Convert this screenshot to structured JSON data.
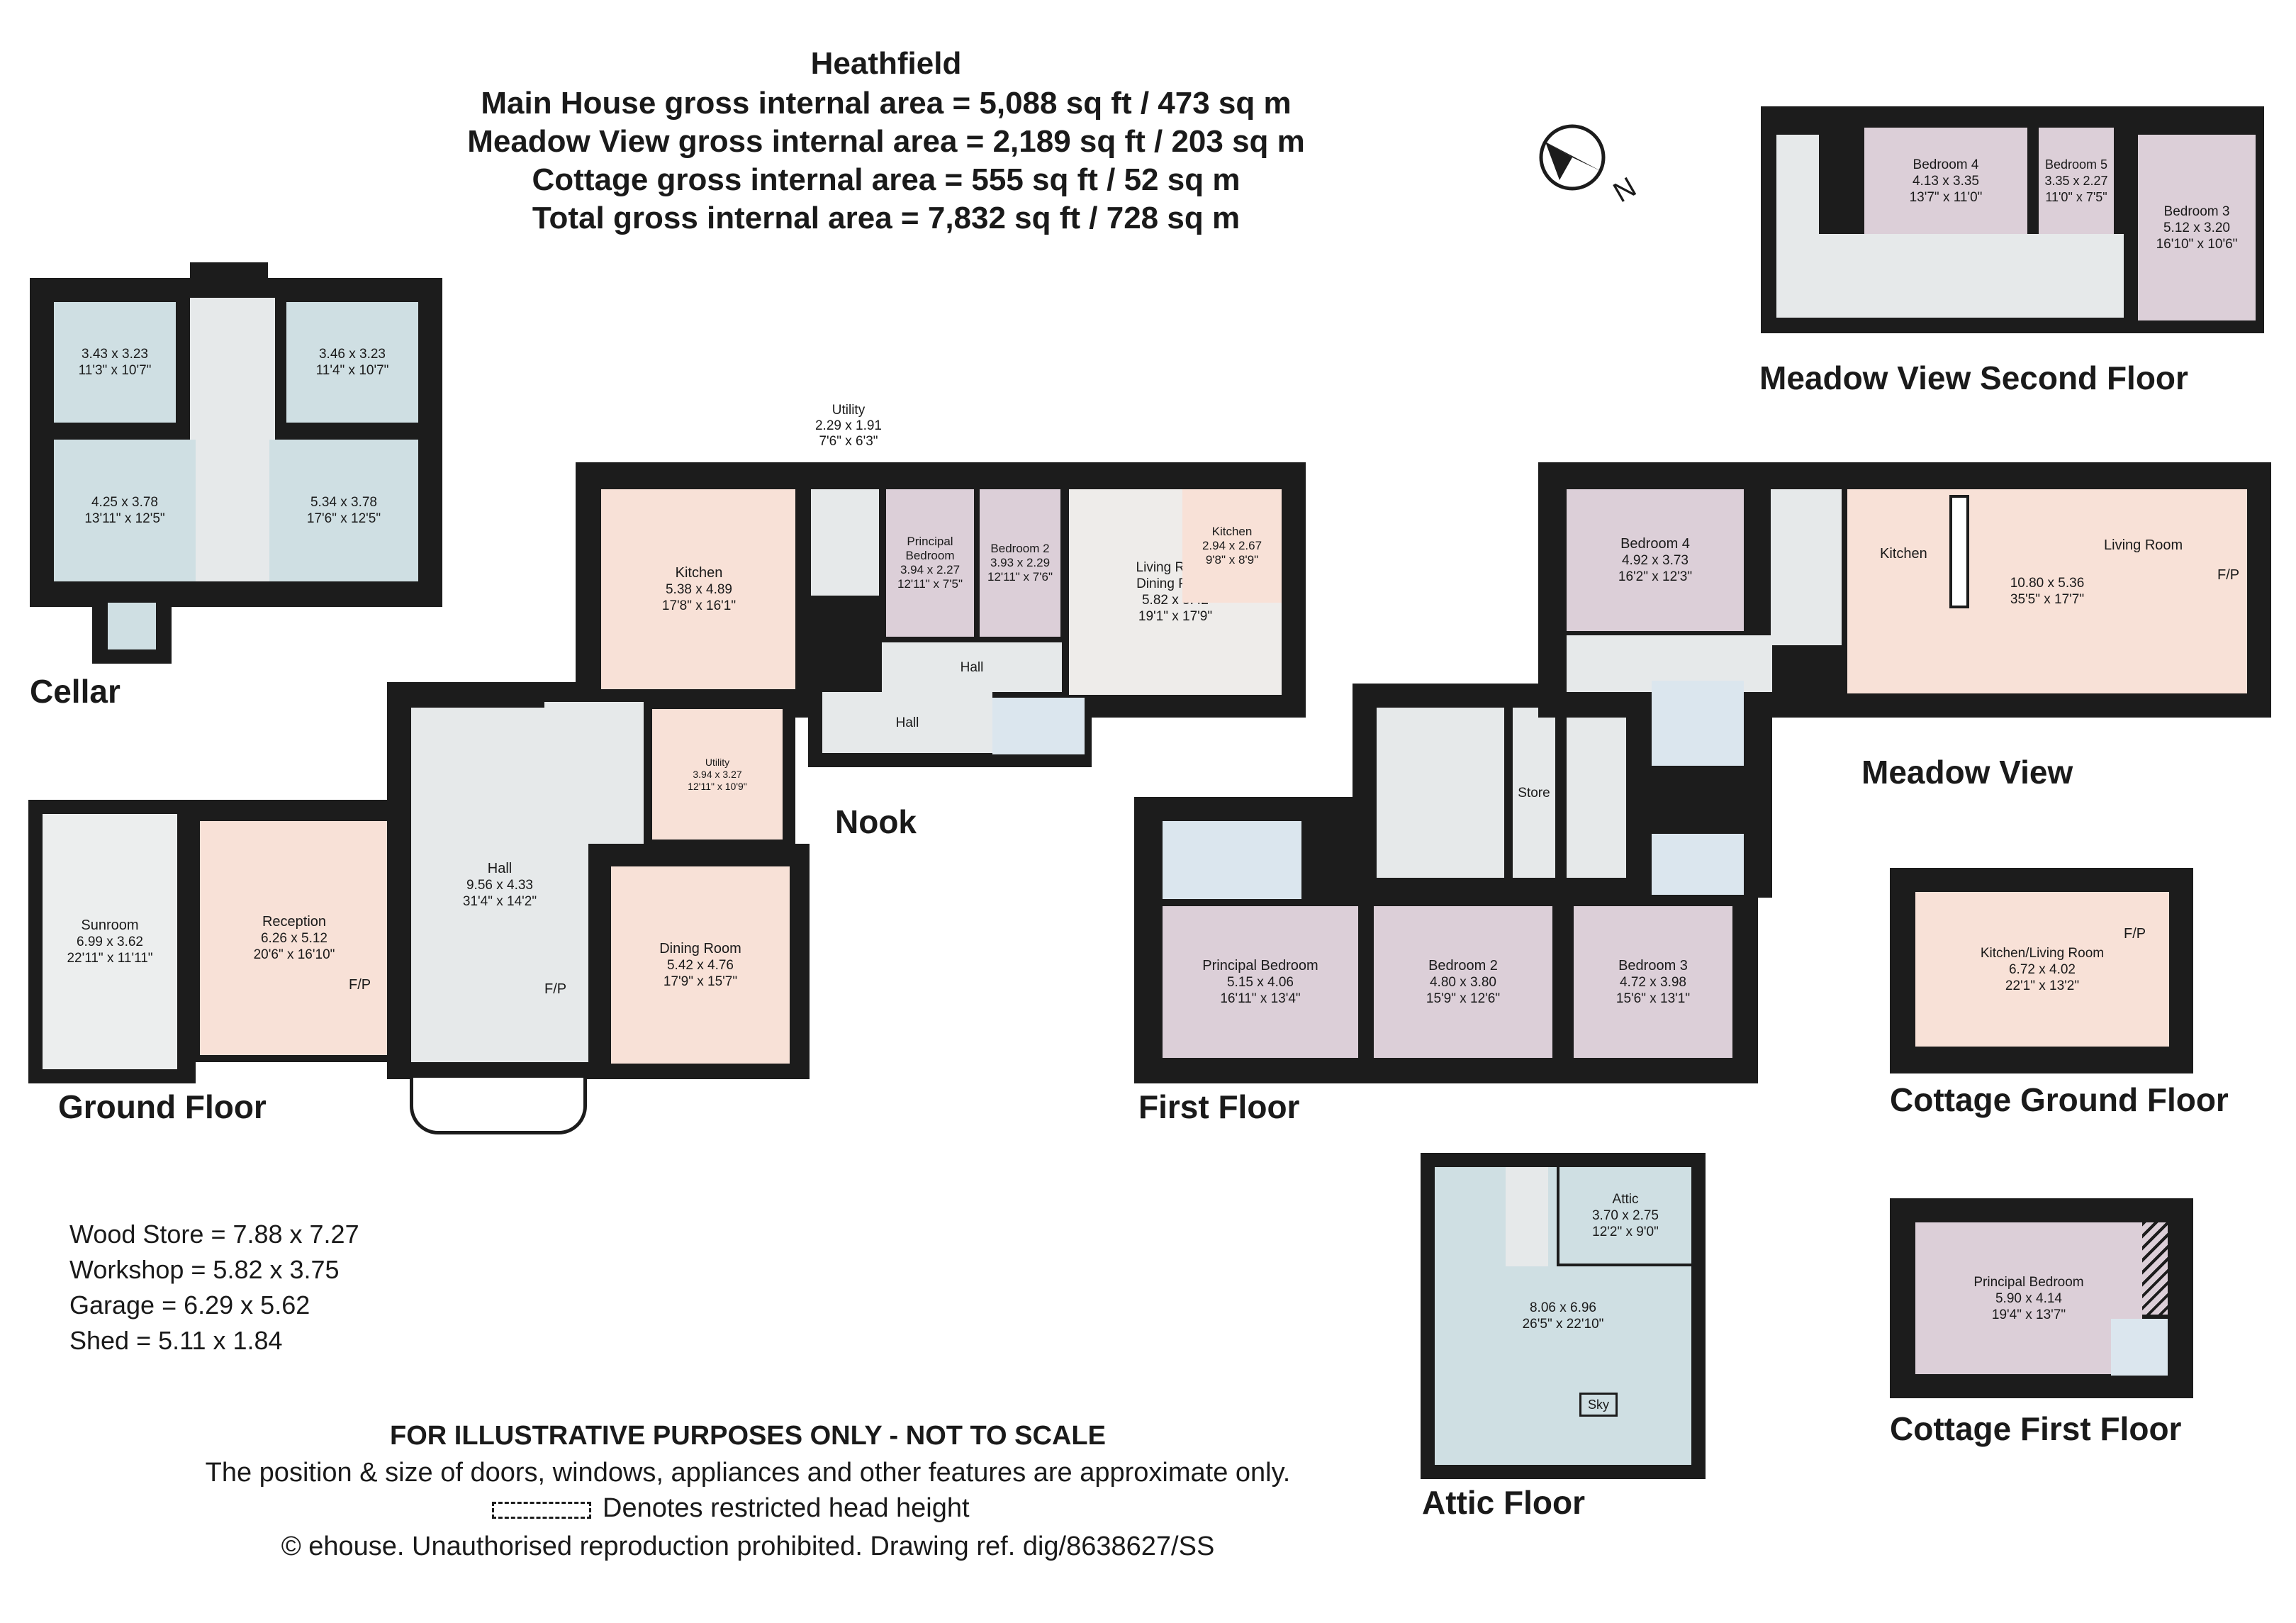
{
  "header": {
    "title": "Heathfield",
    "line1": "Main House gross internal area = 5,088 sq ft / 473 sq m",
    "line2": "Meadow View gross internal area = 2,189 sq ft / 203 sq m",
    "line3": "Cottage gross internal area = 555 sq ft / 52 sq m",
    "line4": "Total gross internal area = 7,832 sq ft / 728 sq m"
  },
  "compass": {
    "letter": "N"
  },
  "floors": {
    "cellar": "Cellar",
    "ground": "Ground Floor",
    "nook": "Nook",
    "first": "First Floor",
    "meadow_second": "Meadow View Second Floor",
    "meadow_view": "Meadow View",
    "cottage_ground": "Cottage Ground Floor",
    "cottage_first": "Cottage First Floor",
    "attic": "Attic Floor"
  },
  "rooms": {
    "cellar_tl": {
      "m": "3.43 x 3.23",
      "i": "11'3\" x 10'7\""
    },
    "cellar_tr": {
      "m": "3.46 x 3.23",
      "i": "11'4\" x 10'7\""
    },
    "cellar_bl": {
      "m": "4.25 x 3.78",
      "i": "13'11\" x 12'5\""
    },
    "cellar_br": {
      "m": "5.34 x 3.78",
      "i": "17'6\" x 12'5\""
    },
    "sunroom": {
      "name": "Sunroom",
      "m": "6.99 x 3.62",
      "i": "22'11\" x 11'11\""
    },
    "reception": {
      "name": "Reception",
      "m": "6.26 x 5.12",
      "i": "20'6\" x 16'10\""
    },
    "hall_gf": {
      "name": "Hall",
      "m": "9.56 x 4.33",
      "i": "31'4\" x 14'2\""
    },
    "dining": {
      "name": "Dining Room",
      "m": "5.42 x 4.76",
      "i": "17'9\" x 15'7\""
    },
    "kitchen_gf": {
      "name": "Kitchen",
      "m": "5.38 x 4.89",
      "i": "17'8\" x 16'1\""
    },
    "utility_gf": {
      "name": "Utility",
      "m": "3.94 x 3.27",
      "i": "12'11\" x 10'9\""
    },
    "nook_utility": {
      "name": "Utility",
      "m": "2.29 x 1.91",
      "i": "7'6\" x 6'3\""
    },
    "nook_principal": {
      "name": "Principal Bedroom",
      "m": "3.94 x 2.27",
      "i": "12'11\" x 7'5\""
    },
    "nook_bed2": {
      "name": "Bedroom 2",
      "m": "3.93 x 2.29",
      "i": "12'11\" x 7'6\""
    },
    "nook_living": {
      "name": "Living Room/ Dining Room",
      "m": "5.82 x 5.42",
      "i": "19'1\" x 17'9\""
    },
    "nook_kitchen": {
      "name": "Kitchen",
      "m": "2.94 x 2.67",
      "i": "9'8\" x 8'9\""
    },
    "nook_hall1": {
      "name": "Hall"
    },
    "nook_hall2": {
      "name": "Hall"
    },
    "ff_principal": {
      "name": "Principal Bedroom",
      "m": "5.15 x 4.06",
      "i": "16'11\" x 13'4\""
    },
    "ff_bed2": {
      "name": "Bedroom 2",
      "m": "4.80 x 3.80",
      "i": "15'9\" x 12'6\""
    },
    "ff_bed3": {
      "name": "Bedroom 3",
      "m": "4.72 x 3.98",
      "i": "15'6\" x 13'1\""
    },
    "ff_store": {
      "name": "Store"
    },
    "mv_bed4": {
      "name": "Bedroom 4",
      "m": "4.92 x 3.73",
      "i": "16'2\" x 12'3\""
    },
    "mv_kitchen": {
      "name": "Kitchen"
    },
    "mv_living": {
      "name": "Living Room",
      "m": "10.80 x 5.36",
      "i": "35'5\" x 17'7\""
    },
    "mv2_bed4": {
      "name": "Bedroom 4",
      "m": "4.13 x 3.35",
      "i": "13'7\" x 11'0\""
    },
    "mv2_bed5": {
      "name": "Bedroom 5",
      "m": "3.35 x 2.27",
      "i": "11'0\" x 7'5\""
    },
    "mv2_bed3": {
      "name": "Bedroom 3",
      "m": "5.12 x 3.20",
      "i": "16'10\" x 10'6\""
    },
    "cot_kitchen": {
      "name": "Kitchen/Living Room",
      "m": "6.72 x 4.02",
      "i": "22'1\" x 13'2\""
    },
    "cot_principal": {
      "name": "Principal Bedroom",
      "m": "5.90 x 4.14",
      "i": "19'4\" x 13'7\""
    },
    "attic_small": {
      "name": "Attic",
      "m": "3.70 x 2.75",
      "i": "12'2\" x 9'0\""
    },
    "attic_main": {
      "m": "8.06 x 6.96",
      "i": "26'5\" x 22'10\""
    }
  },
  "labels": {
    "fp": "F/P",
    "sky": "Sky"
  },
  "outbuildings": [
    "Wood Store = 7.88 x 7.27",
    "Workshop = 5.82 x 3.75",
    "Garage = 6.29 x 5.62",
    "Shed = 5.11 x 1.84"
  ],
  "footer": {
    "disclaimer": "FOR ILLUSTRATIVE PURPOSES ONLY - NOT TO SCALE",
    "approx": "The position & size of doors, windows, appliances and other features are approximate only.",
    "restricted": "Denotes restricted head height",
    "copyright": "© ehouse. Unauthorised reproduction prohibited. Drawing ref. dig/8638627/SS"
  },
  "colors": {
    "wall": "#1c1c1c",
    "cellar_fill": "#cfdfe3",
    "reception_fill": "#f8e1d7",
    "bedroom_fill": "#dccfd8",
    "circulation_fill": "#e6e9ea",
    "bathroom_fill": "#dbe6ee"
  }
}
